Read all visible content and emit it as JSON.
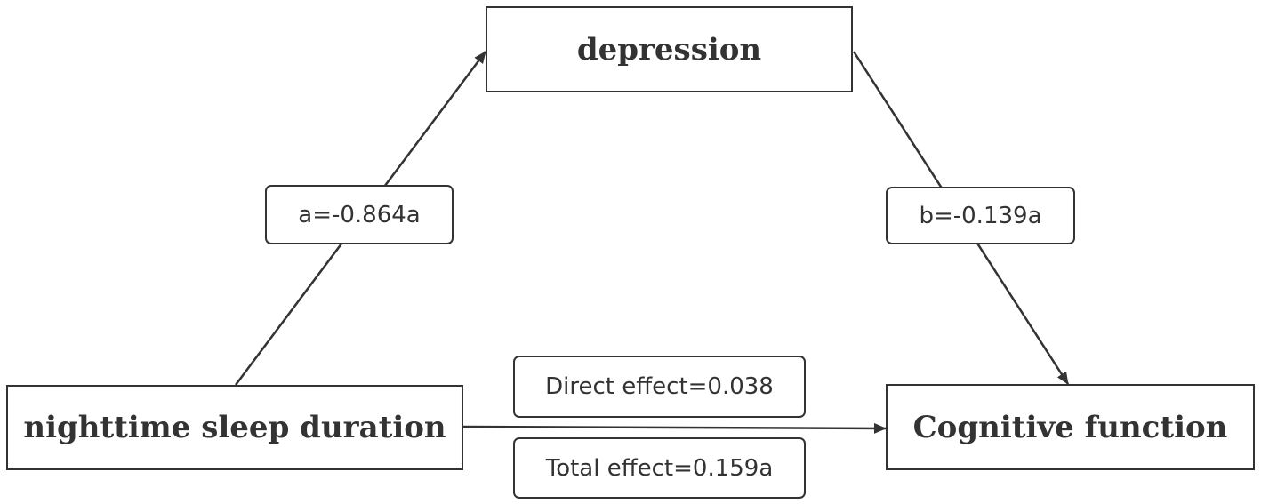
{
  "nodes": {
    "mediator": "depression",
    "independent": "nighttime sleep duration",
    "dependent": "Cognitive function"
  },
  "paths": {
    "a_label": "a=-0.864a",
    "b_label": "b=-0.139a",
    "direct_label": "Direct effect=0.038",
    "total_label": "Total effect=0.159a"
  },
  "colors": {
    "stroke": "#333333",
    "background": "#ffffff"
  }
}
